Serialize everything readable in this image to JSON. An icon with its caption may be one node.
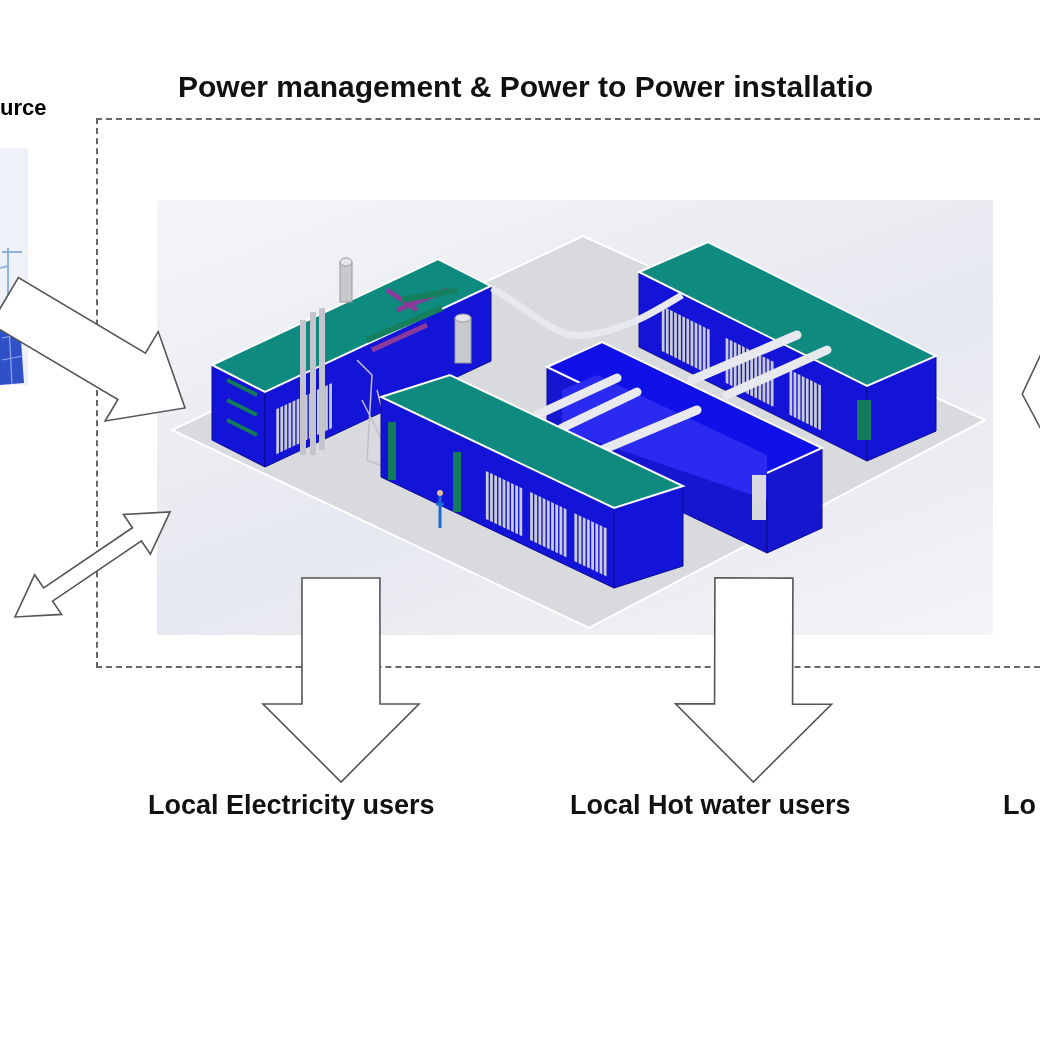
{
  "diagram": {
    "nodes": [
      {
        "text": [
          "urce"
        ]
      },
      {
        "text": [
          "Power management & Power to Power installatio"
        ]
      },
      {
        "text": [],
        "shape": "picture",
        "in": 1
      },
      {
        "text": [
          "Local Electricity users"
        ]
      },
      {
        "text": [
          "Local Hot water users"
        ]
      },
      {
        "text": [
          "Lo"
        ]
      }
    ],
    "edges": [
      {
        "from": 0,
        "to": 2,
        "arrow": "to"
      },
      {
        "from": 2,
        "to": null,
        "arrow": "both"
      },
      {
        "from": 2,
        "to": 3,
        "arrow": "to"
      },
      {
        "from": 2,
        "to": 4,
        "arrow": "to"
      },
      {
        "from": null,
        "to": 2,
        "arrow": "to"
      }
    ]
  }
}
